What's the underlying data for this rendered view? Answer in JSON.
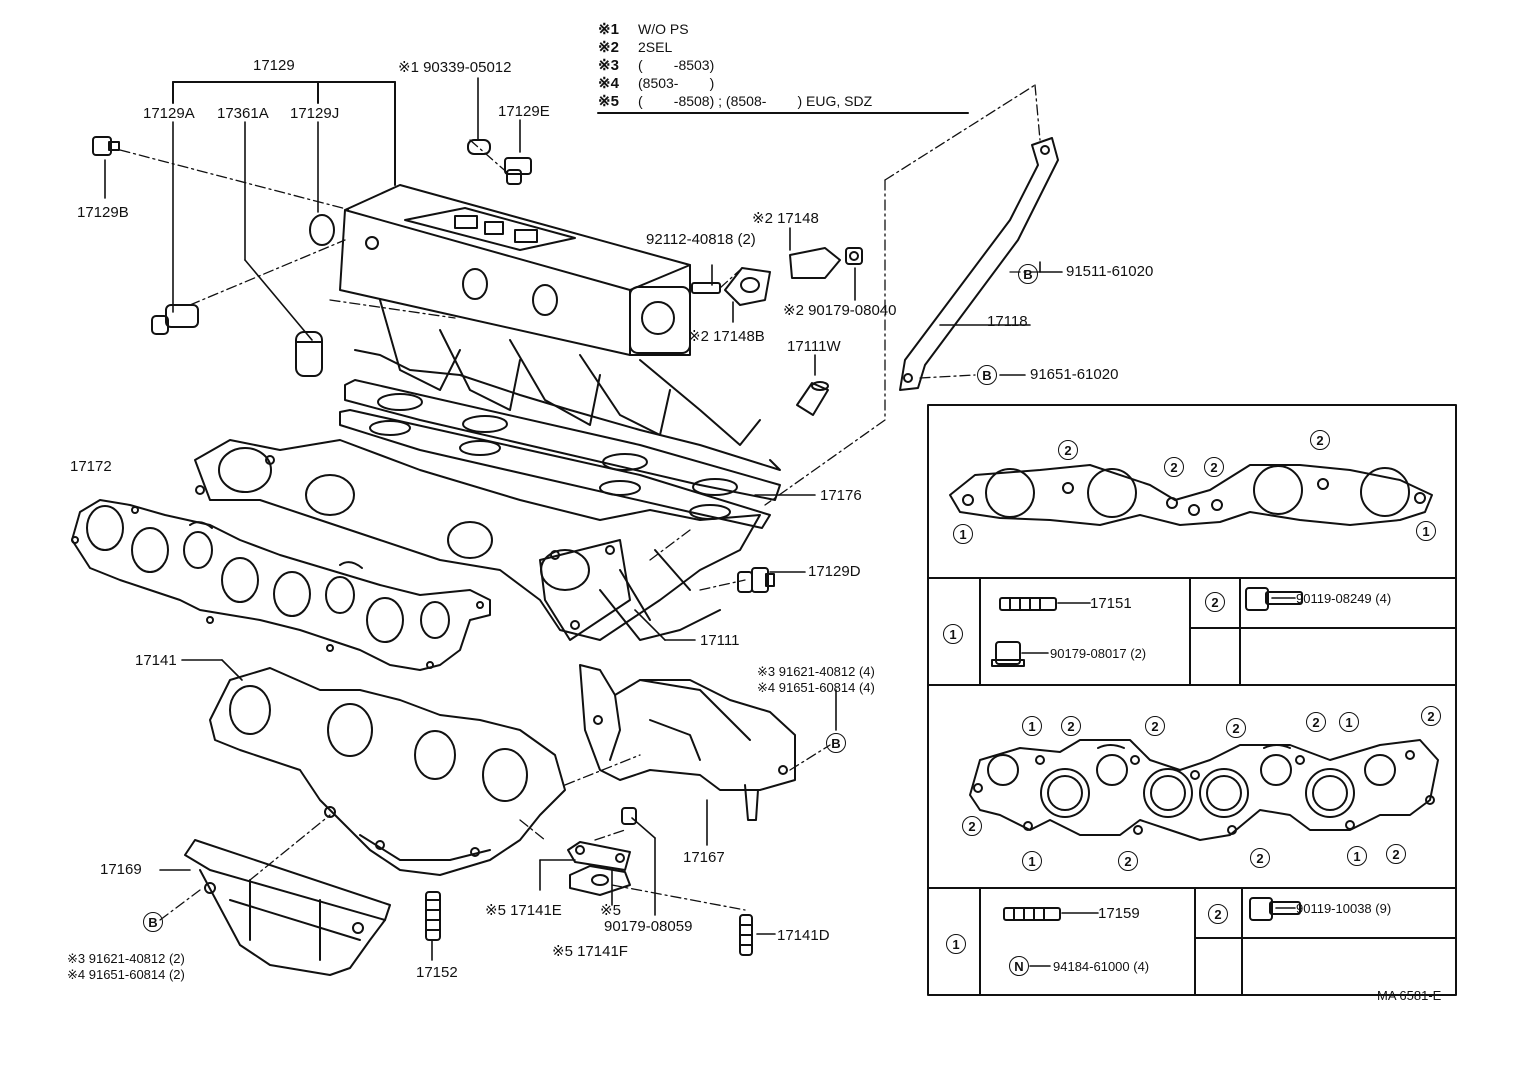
{
  "notes": [
    {
      "mark": "※1",
      "text": "W/O PS"
    },
    {
      "mark": "※2",
      "text": "2SEL"
    },
    {
      "mark": "※3",
      "text": "(        -8503)"
    },
    {
      "mark": "※4",
      "text": "(8503-        )"
    },
    {
      "mark": "※5",
      "text": "(        -8508) ; (8508-        ) EUG, SDZ"
    }
  ],
  "parts": {
    "p17129": "17129",
    "p17129A": "17129A",
    "p17361A": "17361A",
    "p17129J": "17129J",
    "p17129B": "17129B",
    "p90339": "※1  90339-05012",
    "p17129E": "17129E",
    "p92112": "92112-40818 (2)",
    "p217148": "※2 17148",
    "p217148B": "※2 17148B",
    "p90179_08040": "※2 90179-08040",
    "p91511": "91511-61020",
    "p17118": "17118",
    "p91651_61020": "91651-61020",
    "p17111W": "17111W",
    "p17172": "17172",
    "p17176": "17176",
    "p17129D": "17129D",
    "p17111": "17111",
    "p17141": "17141",
    "p91621_4_top": "※3  91621-40812 (4)",
    "p91651_4_top": "※4  91651-60814 (4)",
    "p17167": "17167",
    "p17169": "17169",
    "p17141E": "※5 17141E",
    "p5_mark": "※5",
    "p90179_08059": "90179-08059",
    "p17141F": "※5 17141F",
    "p17141D": "17141D",
    "p17152": "17152",
    "p91621_2_bot": "※3  91621-40812 (2)",
    "p91651_2_bot": "※4  91651-60814 (2)",
    "p17151": "17151",
    "p90179_08017": "90179-08017 (2)",
    "p90119_08249": "90119-08249 (4)",
    "p17159": "17159",
    "p94184": "94184-61000 (4)",
    "p90119_10038": "90119-10038 (9)",
    "footer": "MA 6581-E"
  },
  "symbols": {
    "b": "B",
    "n": "N",
    "one": "1",
    "two": "2"
  }
}
